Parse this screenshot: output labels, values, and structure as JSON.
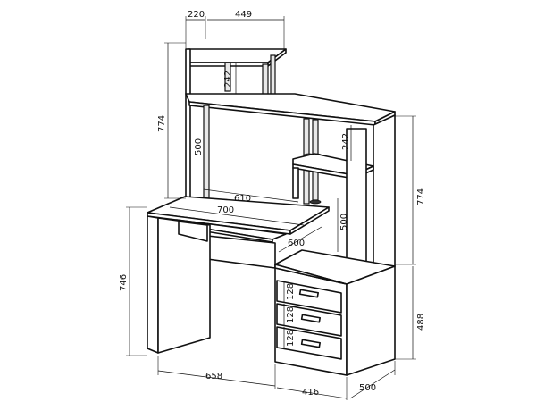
{
  "dimensions": {
    "top_shelf_depth": "220",
    "top_shelf_width": "449",
    "top_shelf_riser": "242",
    "upper_section_height": "774",
    "post_height_left": "500",
    "right_shelf_riser": "242",
    "desk_inner_width": "610",
    "desk_width": "700",
    "right_post_height": "500",
    "desk_depth": "600",
    "right_column_height": "774",
    "desk_height": "746",
    "drawer_1": "128",
    "drawer_2": "128",
    "drawer_3": "128",
    "pedestal_height": "488",
    "bottom_width": "658",
    "pedestal_width": "416",
    "pedestal_depth": "500"
  }
}
